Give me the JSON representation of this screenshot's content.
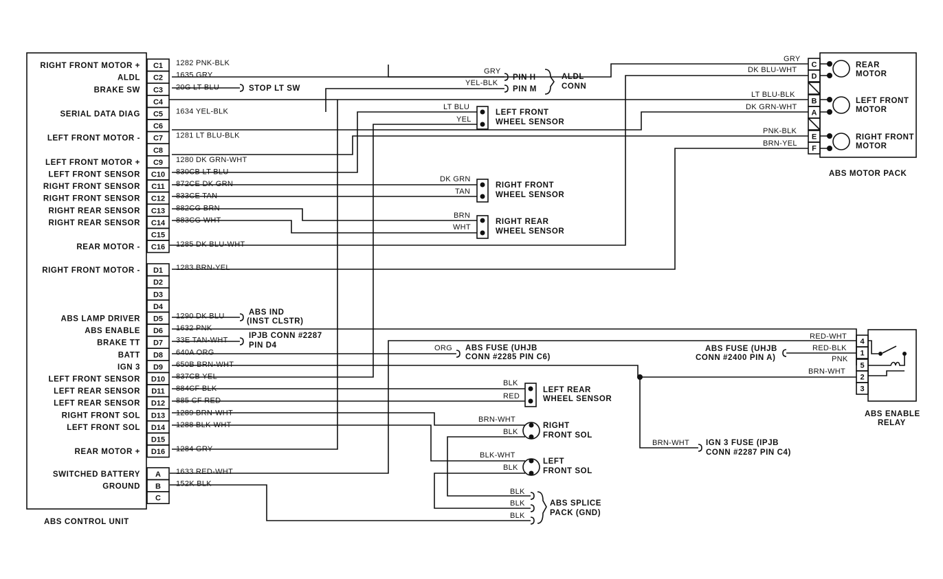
{
  "control_unit": {
    "title": "ABS CONTROL UNIT",
    "pins": [
      {
        "pin": "C1",
        "func": "RIGHT FRONT MOTOR +",
        "wire": "1282 PNK-BLK"
      },
      {
        "pin": "C2",
        "func": "ALDL",
        "wire": "1635 GRY"
      },
      {
        "pin": "C3",
        "func": "BRAKE SW",
        "wire": "20G LT BLU"
      },
      {
        "pin": "C4",
        "func": "",
        "wire": ""
      },
      {
        "pin": "C5",
        "func": "SERIAL DATA DIAG",
        "wire": "1634 YEL-BLK"
      },
      {
        "pin": "C6",
        "func": "",
        "wire": ""
      },
      {
        "pin": "C7",
        "func": "LEFT FRONT MOTOR -",
        "wire": "1281 LT BLU-BLK"
      },
      {
        "pin": "C8",
        "func": "",
        "wire": ""
      },
      {
        "pin": "C9",
        "func": "LEFT FRONT MOTOR +",
        "wire": "1280 DK GRN-WHT"
      },
      {
        "pin": "C10",
        "func": "LEFT FRONT SENSOR",
        "wire": "830CB LT BLU"
      },
      {
        "pin": "C11",
        "func": "RIGHT FRONT SENSOR",
        "wire": "872CE DK GRN"
      },
      {
        "pin": "C12",
        "func": "RIGHT FRONT SENSOR",
        "wire": "833CE TAN"
      },
      {
        "pin": "C13",
        "func": "RIGHT REAR SENSOR",
        "wire": "882CG BRN"
      },
      {
        "pin": "C14",
        "func": "RIGHT REAR SENSOR",
        "wire": "883CG WHT"
      },
      {
        "pin": "C15",
        "func": "",
        "wire": ""
      },
      {
        "pin": "C16",
        "func": "REAR MOTOR -",
        "wire": "1285 DK BLU-WHT"
      },
      {
        "pin": "D1",
        "func": "RIGHT FRONT MOTOR -",
        "wire": "1283 BRN-YEL"
      },
      {
        "pin": "D2",
        "func": "",
        "wire": ""
      },
      {
        "pin": "D3",
        "func": "",
        "wire": ""
      },
      {
        "pin": "D4",
        "func": "",
        "wire": ""
      },
      {
        "pin": "D5",
        "func": "ABS LAMP DRIVER",
        "wire": "1290 DK BLU"
      },
      {
        "pin": "D6",
        "func": "ABS ENABLE",
        "wire": "1632 PNK"
      },
      {
        "pin": "D7",
        "func": "BRAKE TT",
        "wire": "33E TAN-WHT"
      },
      {
        "pin": "D8",
        "func": "BATT",
        "wire": "640A ORG"
      },
      {
        "pin": "D9",
        "func": "IGN 3",
        "wire": "650B BRN-WHT"
      },
      {
        "pin": "D10",
        "func": "LEFT FRONT SENSOR",
        "wire": "837CB YEL"
      },
      {
        "pin": "D11",
        "func": "LEFT REAR SENSOR",
        "wire": "884CF BLK"
      },
      {
        "pin": "D12",
        "func": "LEFT REAR SENSOR",
        "wire": "885 CF RED"
      },
      {
        "pin": "D13",
        "func": "RIGHT FRONT SOL",
        "wire": "1289 BRN-WHT"
      },
      {
        "pin": "D14",
        "func": "LEFT FRONT SOL",
        "wire": "1288 BLK-WHT"
      },
      {
        "pin": "D15",
        "func": "",
        "wire": ""
      },
      {
        "pin": "D16",
        "func": "REAR MOTOR +",
        "wire": "1284 GRY"
      },
      {
        "pin": "A",
        "func": "SWITCHED BATTERY",
        "wire": "1633 RED-WHT"
      },
      {
        "pin": "B",
        "func": "GROUND",
        "wire": "152K BLK"
      },
      {
        "pin": "C",
        "func": "",
        "wire": ""
      }
    ]
  },
  "motor_pack": {
    "title": "ABS MOTOR PACK",
    "pins": [
      "C",
      "D",
      "B",
      "A",
      "E",
      "F"
    ],
    "wires": [
      "GRY",
      "DK BLU-WHT",
      "LT BLU-BLK",
      "DK GRN-WHT",
      "PNK-BLK",
      "BRN-YEL"
    ],
    "motors": [
      [
        "REAR",
        "MOTOR"
      ],
      [
        "LEFT FRONT",
        "MOTOR"
      ],
      [
        "RIGHT FRONT",
        "MOTOR"
      ]
    ]
  },
  "relay": {
    "title": [
      "ABS ENABLE",
      "RELAY"
    ],
    "pins": [
      "4",
      "1",
      "5",
      "2",
      "3"
    ],
    "wires": [
      "RED-WHT",
      "RED-BLK",
      "PNK",
      "BRN-WHT"
    ],
    "fuse_lines": [
      "ABS FUSE (UHJB",
      "CONN #2400 PIN A)"
    ]
  },
  "aldl": {
    "wires": [
      "GRY",
      "YEL-BLK"
    ],
    "pins": [
      "PIN H",
      "PIN M"
    ],
    "title": [
      "ALDL",
      "CONN"
    ]
  },
  "stop_lt_sw": "STOP LT SW",
  "lf_sensor": {
    "wires": [
      "LT BLU",
      "YEL"
    ],
    "title": [
      "LEFT FRONT",
      "WHEEL SENSOR"
    ]
  },
  "rf_sensor": {
    "wires": [
      "DK GRN",
      "TAN"
    ],
    "title": [
      "RIGHT FRONT",
      "WHEEL SENSOR"
    ]
  },
  "rr_sensor": {
    "wires": [
      "BRN",
      "WHT"
    ],
    "title": [
      "RIGHT REAR",
      "WHEEL SENSOR"
    ]
  },
  "lr_sensor": {
    "wires": [
      "BLK",
      "RED"
    ],
    "title": [
      "LEFT REAR",
      "WHEEL SENSOR"
    ]
  },
  "abs_ind": [
    "ABS IND",
    "(INST CLSTR)"
  ],
  "ipjb_d4": [
    "IPJB CONN #2287",
    "PIN D4"
  ],
  "abs_fuse_c6": {
    "wire": "ORG",
    "lines": [
      "ABS FUSE (UHJB",
      "CONN #2285 PIN C6)"
    ]
  },
  "rf_sol": {
    "wires": [
      "BRN-WHT",
      "BLK"
    ],
    "title": [
      "RIGHT",
      "FRONT SOL"
    ]
  },
  "lf_sol": {
    "wires": [
      "BLK-WHT",
      "BLK"
    ],
    "title": [
      "LEFT",
      "FRONT SOL"
    ]
  },
  "ign3_fuse": {
    "wire": "BRN-WHT",
    "lines": [
      "IGN 3 FUSE (IPJB",
      "CONN #2287 PIN C4)"
    ]
  },
  "splice": {
    "wires": [
      "BLK",
      "BLK",
      "BLK"
    ],
    "title": [
      "ABS SPLICE",
      "PACK  (GND)"
    ]
  }
}
